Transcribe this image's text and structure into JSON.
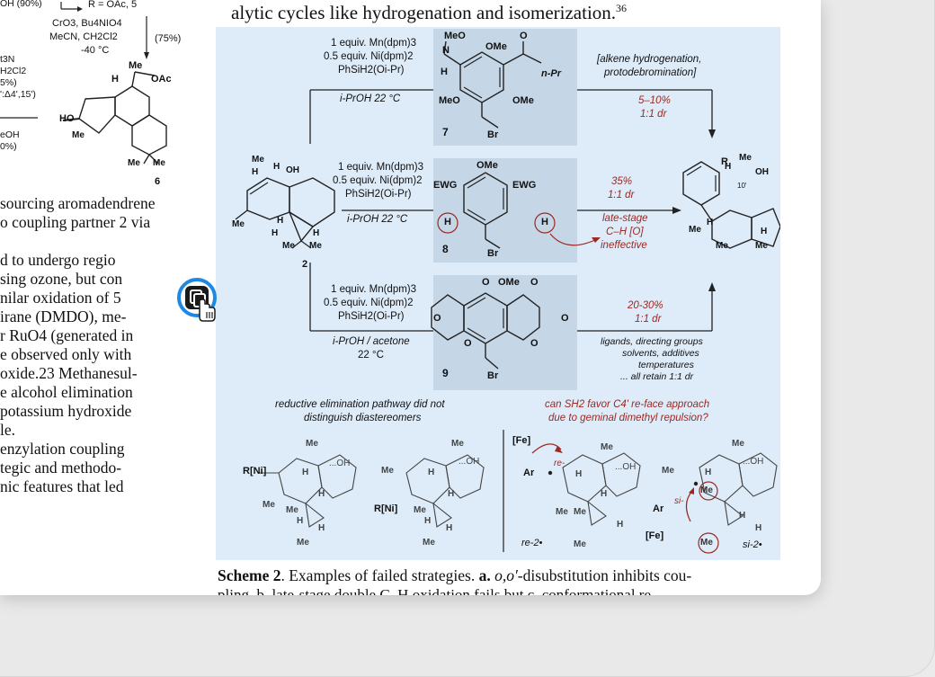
{
  "heading": {
    "text": "alytic cycles like hydrogenation and isomerization.",
    "sup": "36"
  },
  "left_scheme": {
    "top_label": "OH (90%)",
    "r_label": "R = OAc, 5",
    "reagent1": "CrO3, Bu4NIO4",
    "reagent2": "MeCN, CH2Cl2",
    "reagent3": "-40 °C",
    "yield": "(75%)",
    "side1": "t3N",
    "side2": "H2Cl2",
    "side3": "5%)",
    "side4": "':Δ4',15')",
    "side5": "eOH",
    "side6": "0%)",
    "me_top": "Me",
    "h": "H",
    "oac": "OAc",
    "ho": "HO",
    "me": "Me",
    "compound": "6"
  },
  "left_body": [
    "sourcing aromadendrene",
    "o coupling partner 2 via",
    "",
    "d to undergo regio",
    "sing ozone, but con",
    "nilar oxidation of 5",
    "irane (DMDO), me-",
    "r RuO4 (generated in",
    "e observed only with",
    "oxide.23 Methanesul-",
    "e alcohol elimination",
    "potassium hydroxide",
    "le.",
    "enzylation coupling",
    "tegic and methodo-",
    "nic features that led"
  ],
  "scheme": {
    "row1": {
      "reagents": [
        "1 equiv. Mn(dpm)3",
        "0.5 equiv. Ni(dpm)2",
        "PhSiH2(Oi-Pr)"
      ],
      "conditions": "i-PrOH 22 °C",
      "compound": "7",
      "note": [
        "[alkene hydrogenation,",
        "protodebromination]"
      ],
      "yield": "5–10%",
      "dr": "1:1 dr"
    },
    "row2": {
      "reagents": [
        "1 equiv. Mn(dpm)3",
        "0.5 equiv. Ni(dpm)2",
        "PhSiH2(Oi-Pr)"
      ],
      "conditions": "i-PrOH 22 °C",
      "compound": "8",
      "yield": "35%",
      "dr": "1:1 dr",
      "note": [
        "late-stage",
        "C–H [O]",
        "ineffective"
      ]
    },
    "row3": {
      "reagents": [
        "1 equiv. Mn(dpm)3",
        "0.5 equiv. Ni(dpm)2",
        "PhSiH2(Oi-Pr)"
      ],
      "conditions": [
        "i-PrOH / acetone",
        "22 °C"
      ],
      "compound": "9",
      "yield": "20-30%",
      "dr": "1:1 dr",
      "note": [
        "ligands, directing groups",
        "solvents, additives",
        "temperatures",
        "... all retain 1:1 dr"
      ]
    },
    "labels": {
      "meo": "MeO",
      "n": "N",
      "ome": "OMe",
      "o": "O",
      "npr": "n-Pr",
      "h": "H",
      "br": "Br",
      "ewg": "EWG",
      "me": "Me",
      "oh": "OH",
      "r": "R",
      "ten": "10'",
      "two": "2",
      "ho_oh": "...OH",
      "rni": "R[Ni]",
      "fe": "[Fe]",
      "ar": "Ar",
      "re": "re-",
      "si": "si-",
      "re2": "re-2•",
      "si2": "si-2•"
    },
    "bottom_left": [
      "reductive elimination pathway did not",
      "distinguish diastereomers"
    ],
    "bottom_right": [
      "can SH2 favor C4' re-face approach",
      "due to geminal dimethyl repulsion?"
    ]
  },
  "caption": {
    "bold": "Scheme 2",
    "rest1": ". Examples of failed strategies. ",
    "a": "a.",
    "oo": " o,o'",
    "rest2": "-disubstitution inhibits cou-",
    "line2": "pling. b. late-stage double C–H oxidation fails but c. conformational re"
  },
  "colors": {
    "scheme_bg": "#deebf8",
    "box_bg": "#c5d6e6",
    "accent_red": "#9a2a22",
    "cursor_blue": "#1e88e5"
  },
  "icons": [
    "copy-hand-cursor-icon"
  ]
}
